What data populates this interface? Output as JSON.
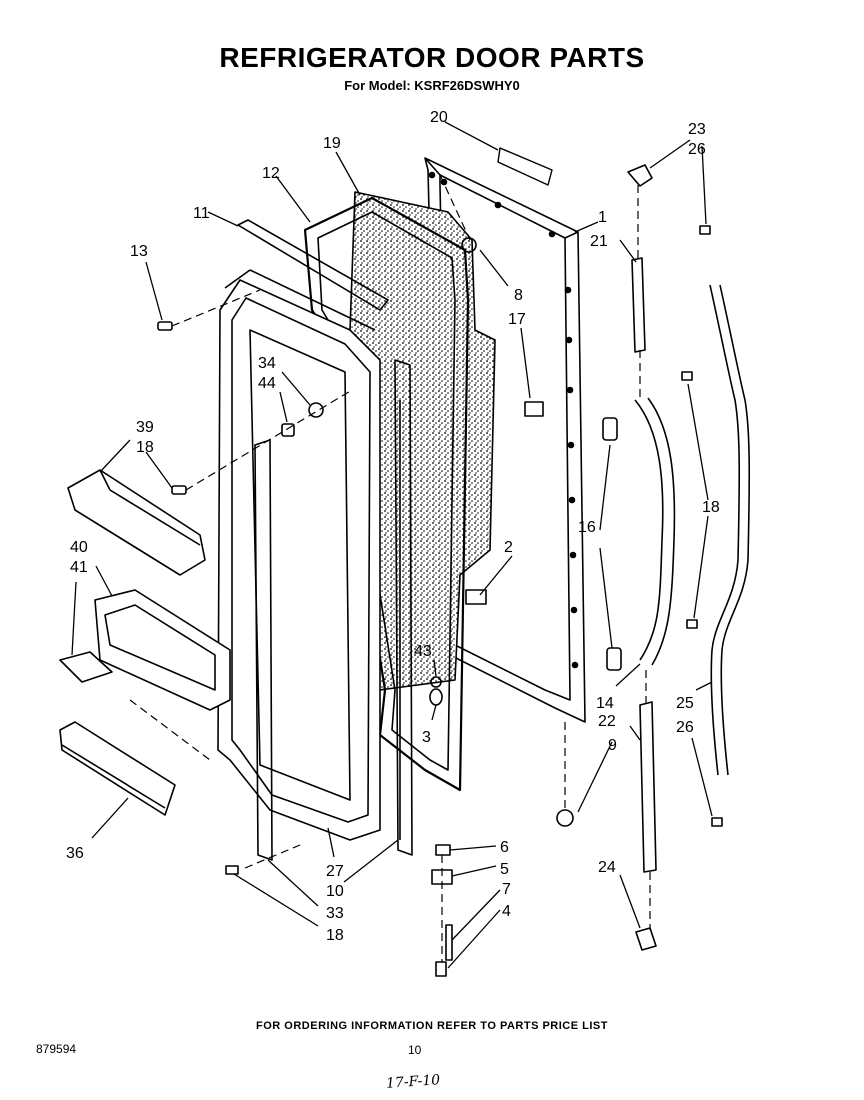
{
  "title": "REFRIGERATOR DOOR PARTS",
  "subtitle": "For Model: KSRF26DSWHY0",
  "footer_note": "FOR ORDERING INFORMATION REFER TO PARTS PRICE LIST",
  "doc_number": "879594",
  "page_number": "10",
  "handwritten_note": "17-F-10",
  "part_labels": {
    "p1": "1",
    "p2": "2",
    "p3": "3",
    "p4": "4",
    "p5": "5",
    "p6": "6",
    "p7": "7",
    "p8": "8",
    "p9": "9",
    "p10": "10",
    "p11": "11",
    "p12": "12",
    "p13": "13",
    "p14": "14",
    "p16": "16",
    "p17": "17",
    "p18": "18",
    "p19": "19",
    "p20": "20",
    "p21": "21",
    "p22": "22",
    "p23": "23",
    "p24": "24",
    "p25": "25",
    "p26": "26",
    "p27": "27",
    "p33": "33",
    "p34": "34",
    "p36": "36",
    "p39": "39",
    "p40": "40",
    "p41": "41",
    "p43": "43",
    "p44": "44"
  }
}
